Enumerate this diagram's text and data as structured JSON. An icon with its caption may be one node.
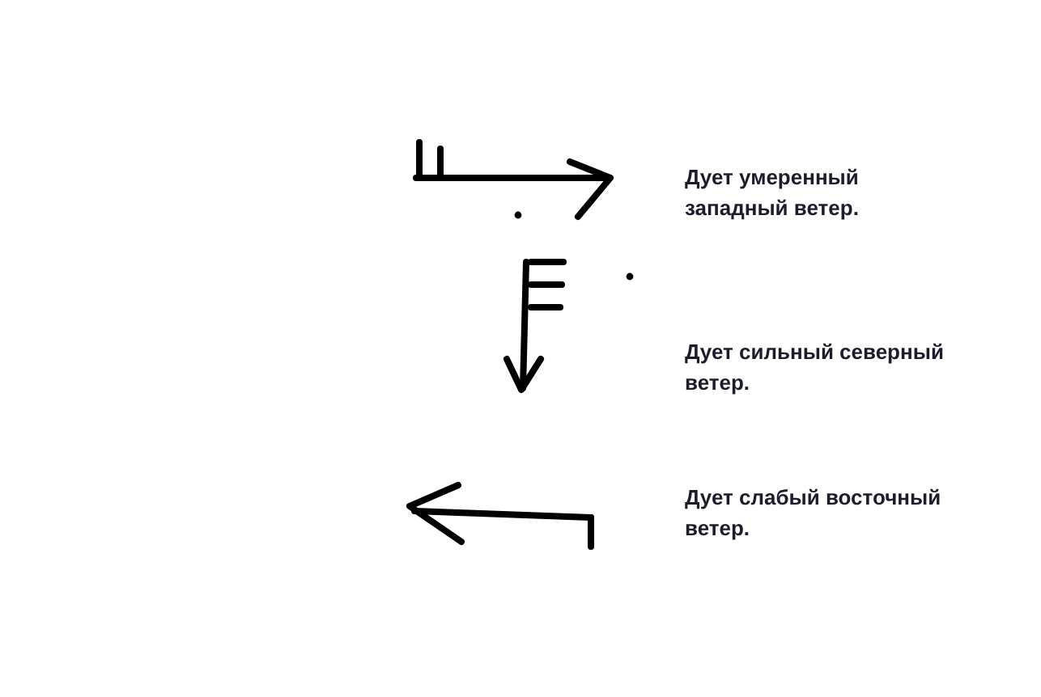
{
  "diagram": {
    "labels": [
      "Дует умеренный западный ветер.",
      "Дует сильный северный ветер.",
      "Дует слабый восточный ветер."
    ]
  }
}
